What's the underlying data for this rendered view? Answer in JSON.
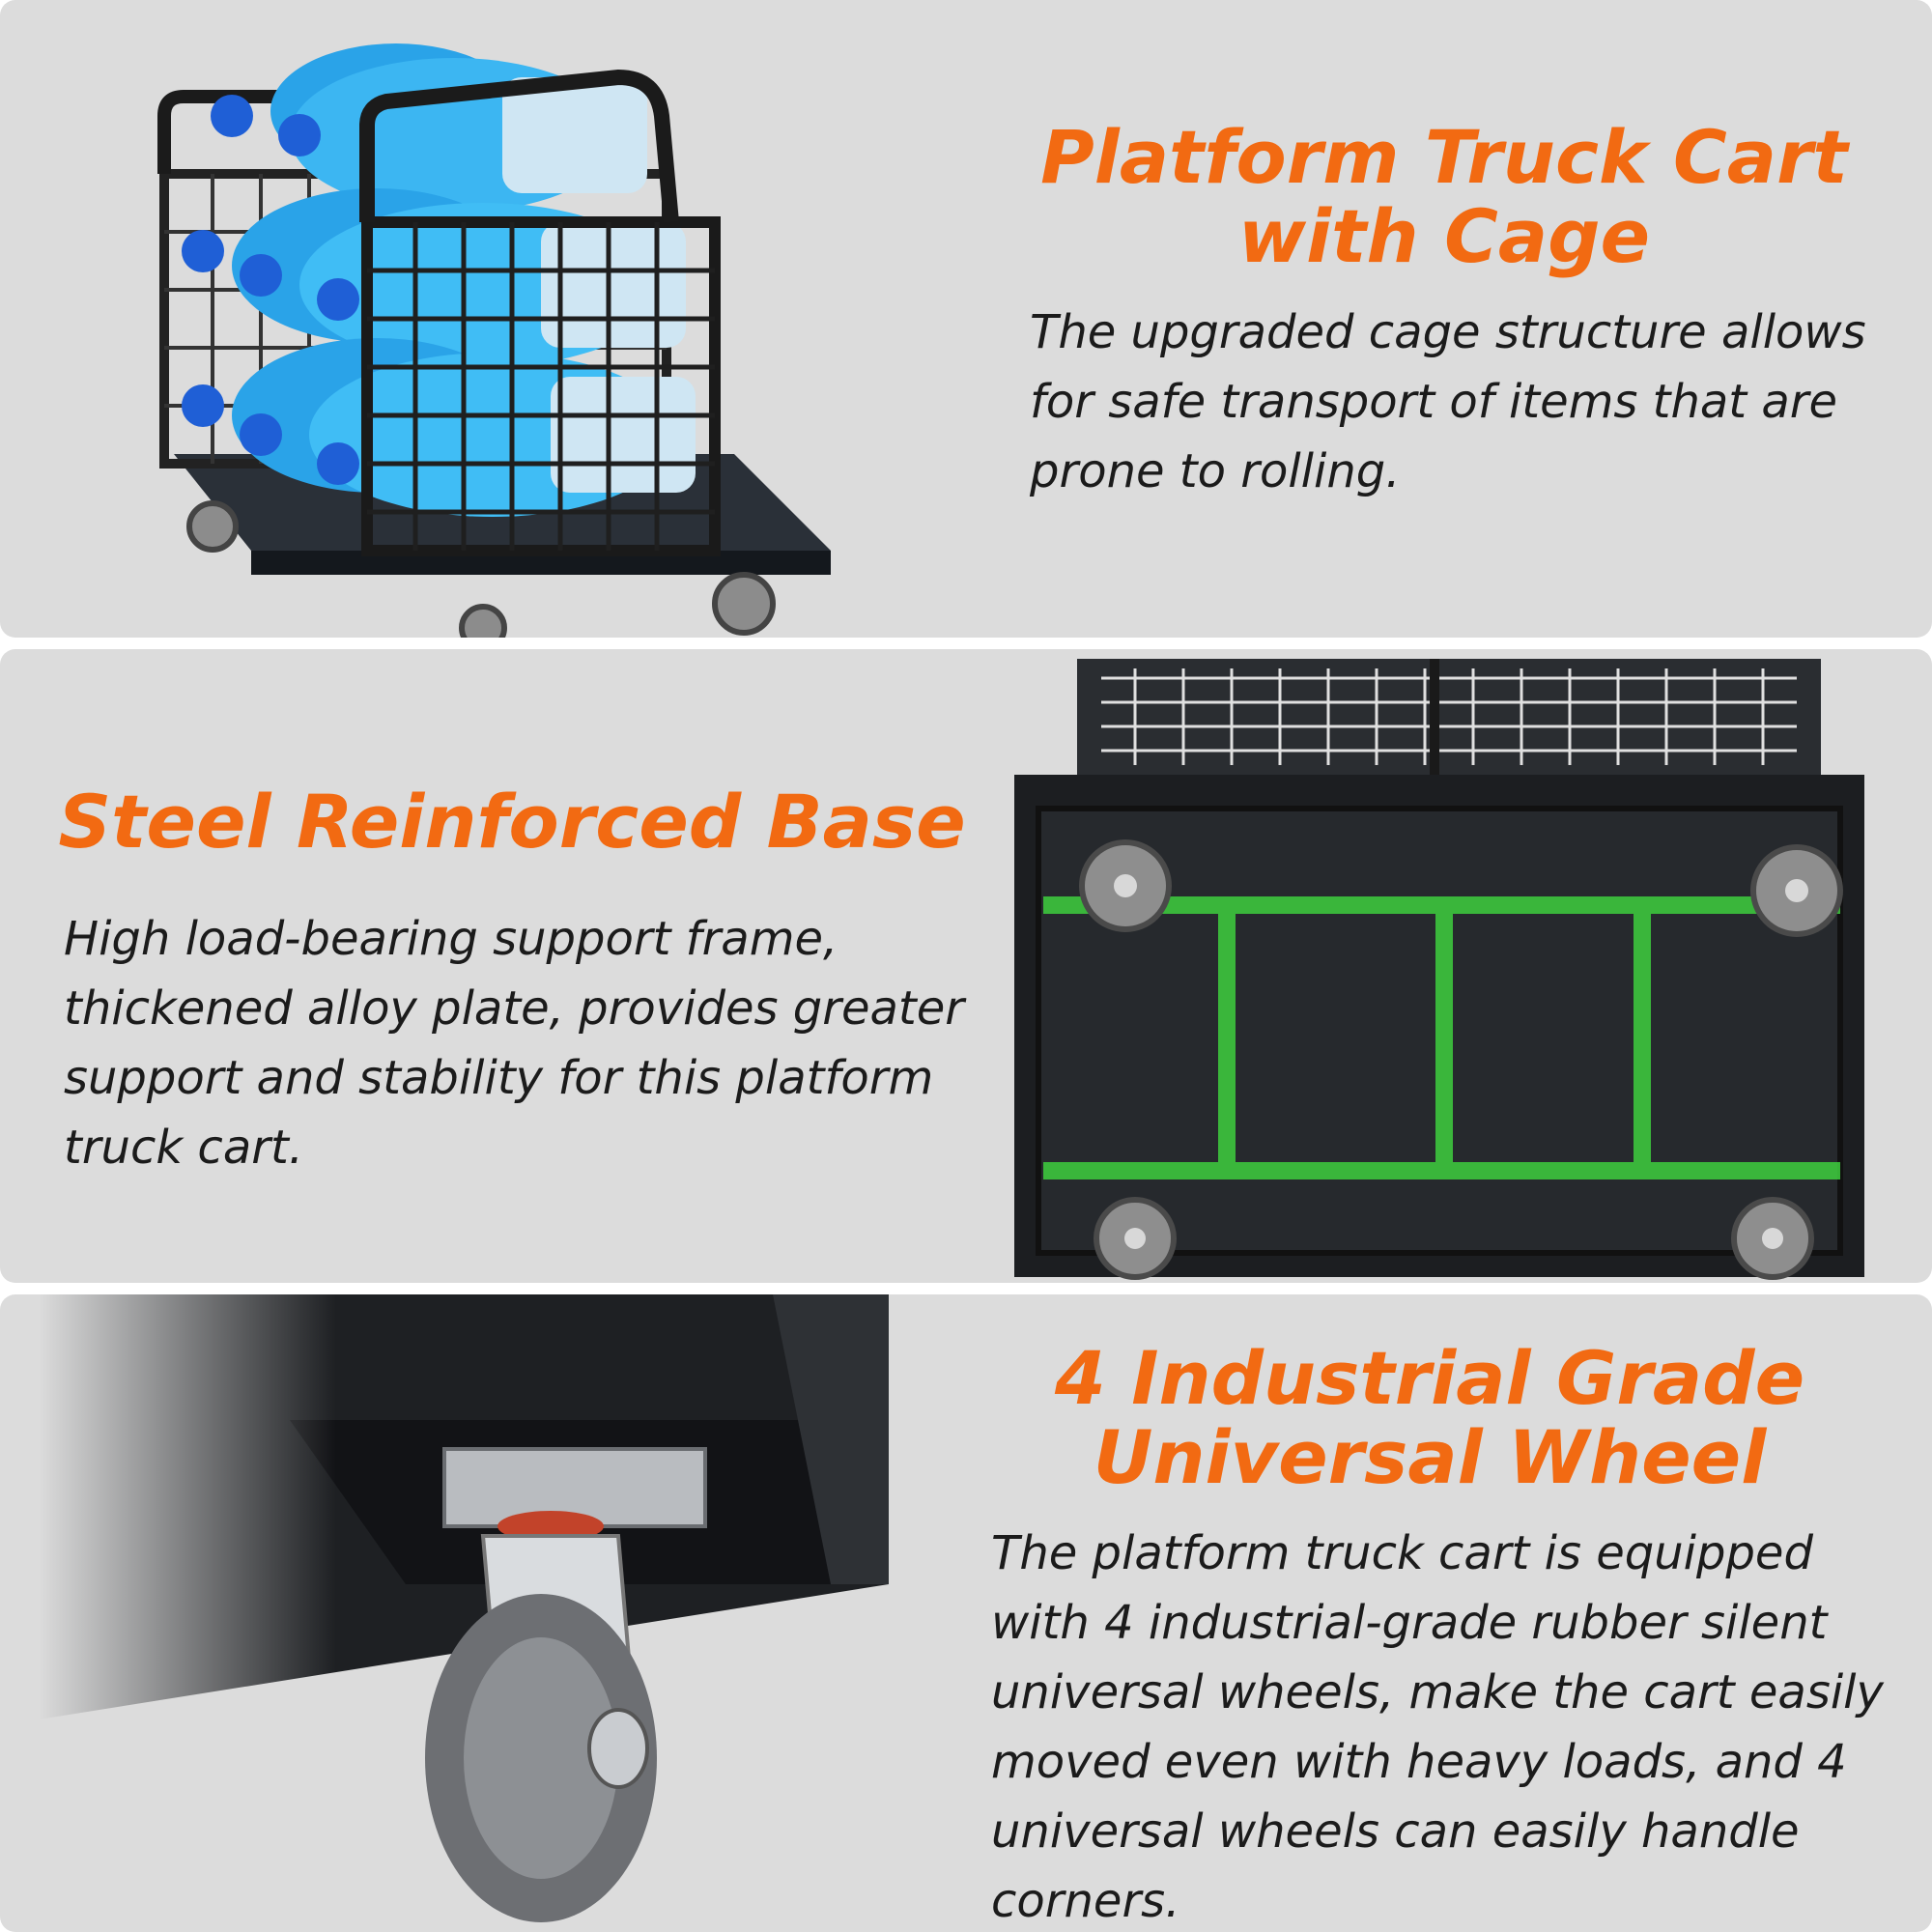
{
  "sections": [
    {
      "title_line1": "Platform Truck Cart",
      "title_line2": "with Cage",
      "description": "The upgraded cage structure allows for safe transport of items that are prone to rolling.",
      "image": "cart-with-water-bottles"
    },
    {
      "title": "Steel Reinforced Base",
      "description": "High load-bearing support frame, thickened alloy plate, provides greater support and stability for this platform truck cart.",
      "image": "cart-underside-frame"
    },
    {
      "title_line1": "4 Industrial Grade",
      "title_line2": "Universal Wheel",
      "description": "The platform truck cart is equipped with 4 industrial-grade rubber silent universal wheels, make the cart easily moved even with heavy loads,  and 4 universal wheels can easily handle corners.",
      "image": "caster-wheel-closeup"
    }
  ],
  "colors": {
    "panel_bg": "#dcdcdc",
    "title": "#f26a12",
    "text": "#1b1b1b",
    "frame_highlight": "#3ecf3e",
    "bottle_blue": "#2aa3e8",
    "cap_blue": "#1f5fd6"
  }
}
